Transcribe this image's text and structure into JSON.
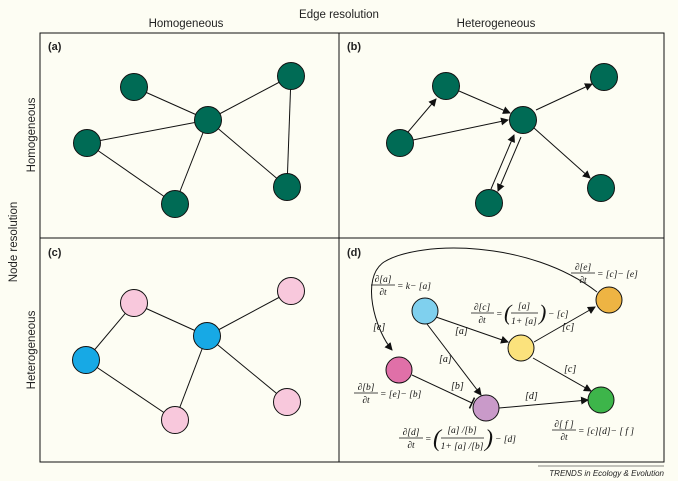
{
  "header": {
    "edge_resolution": "Edge resolution",
    "homogeneous": "Homogeneous",
    "heterogeneous": "Heterogeneous"
  },
  "side": {
    "node_resolution": "Node resolution",
    "homogeneous": "Homogeneous",
    "heterogeneous": "Heterogeneous"
  },
  "panels": {
    "a": "(a)",
    "b": "(b)",
    "c": "(c)",
    "d": "(d)"
  },
  "panel_d": {
    "edges": {
      "e_to_b": "[e]",
      "a_to_c": "[a]",
      "a_to_d": "[a]",
      "b_to_d": "[b]",
      "c_to_e": "[c]",
      "c_to_f": "[c]",
      "d_to_f": "[d]"
    },
    "eq_a": {
      "num": "∂[a]",
      "den": "∂t",
      "rhs": "= k− [a]"
    },
    "eq_b": {
      "num": "∂[b]",
      "den": "∂t",
      "rhs": "= [e]− [b]"
    },
    "eq_c": {
      "num": "∂[c]",
      "den": "∂t",
      "frac_num": "[a]",
      "frac_den": "1+ [a]",
      "rhs": "− [c]"
    },
    "eq_d": {
      "num": "∂[d]",
      "den": "∂t",
      "frac_num": "[a] /[b]",
      "frac_den": "1+ [a] /[b]",
      "rhs": "− [d]"
    },
    "eq_e": {
      "num": "∂[e]",
      "den": "∂t",
      "rhs": "= [c]− [e]"
    },
    "eq_f": {
      "num": "∂[ f ]",
      "den": "∂t",
      "rhs": "= [c][d]− [ f ]"
    }
  },
  "colors": {
    "dark_green": "#006b55",
    "pink": "#f8c8dc",
    "blue": "#17a9e5",
    "light_blue": "#7fd0ee",
    "magenta": "#e070a8",
    "purple": "#c99ac9",
    "yellow": "#fbe27c",
    "orange": "#eeb443",
    "green": "#3db54a"
  },
  "credit": "TRENDS in Ecology & Evolution"
}
